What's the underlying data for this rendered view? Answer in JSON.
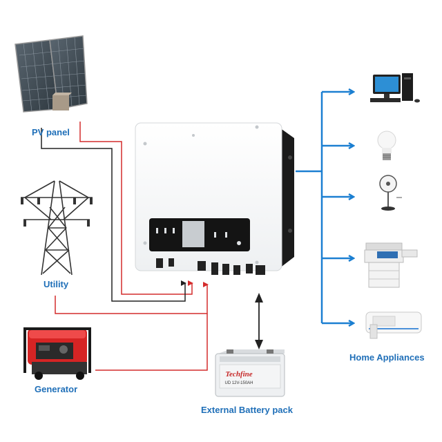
{
  "labels": {
    "pv_panel": "PV panel",
    "utility": "Utility",
    "generator": "Generator",
    "battery_pack": "External Battery pack",
    "home_appliances": "Home Appliances"
  },
  "battery": {
    "brand": "Techfine",
    "spec": "UD 12V-150AH"
  },
  "colors": {
    "label_text": "#1f6fb8",
    "output_arrows": "#1b7fd1",
    "pv_line": "#d42b2b",
    "utility_line": "#222222",
    "generator_line": "#d42b2b",
    "battery_link": "#222222",
    "inverter_body": "#ffffff",
    "inverter_side": "#1b1b1b"
  },
  "icons": {
    "sources": [
      "solar-panel-icon",
      "power-tower-icon",
      "generator-icon"
    ],
    "storage": [
      "battery-icon"
    ],
    "loads": [
      "computer-icon",
      "light-bulb-icon",
      "fan-icon",
      "printer-icon",
      "air-conditioner-icon"
    ]
  }
}
